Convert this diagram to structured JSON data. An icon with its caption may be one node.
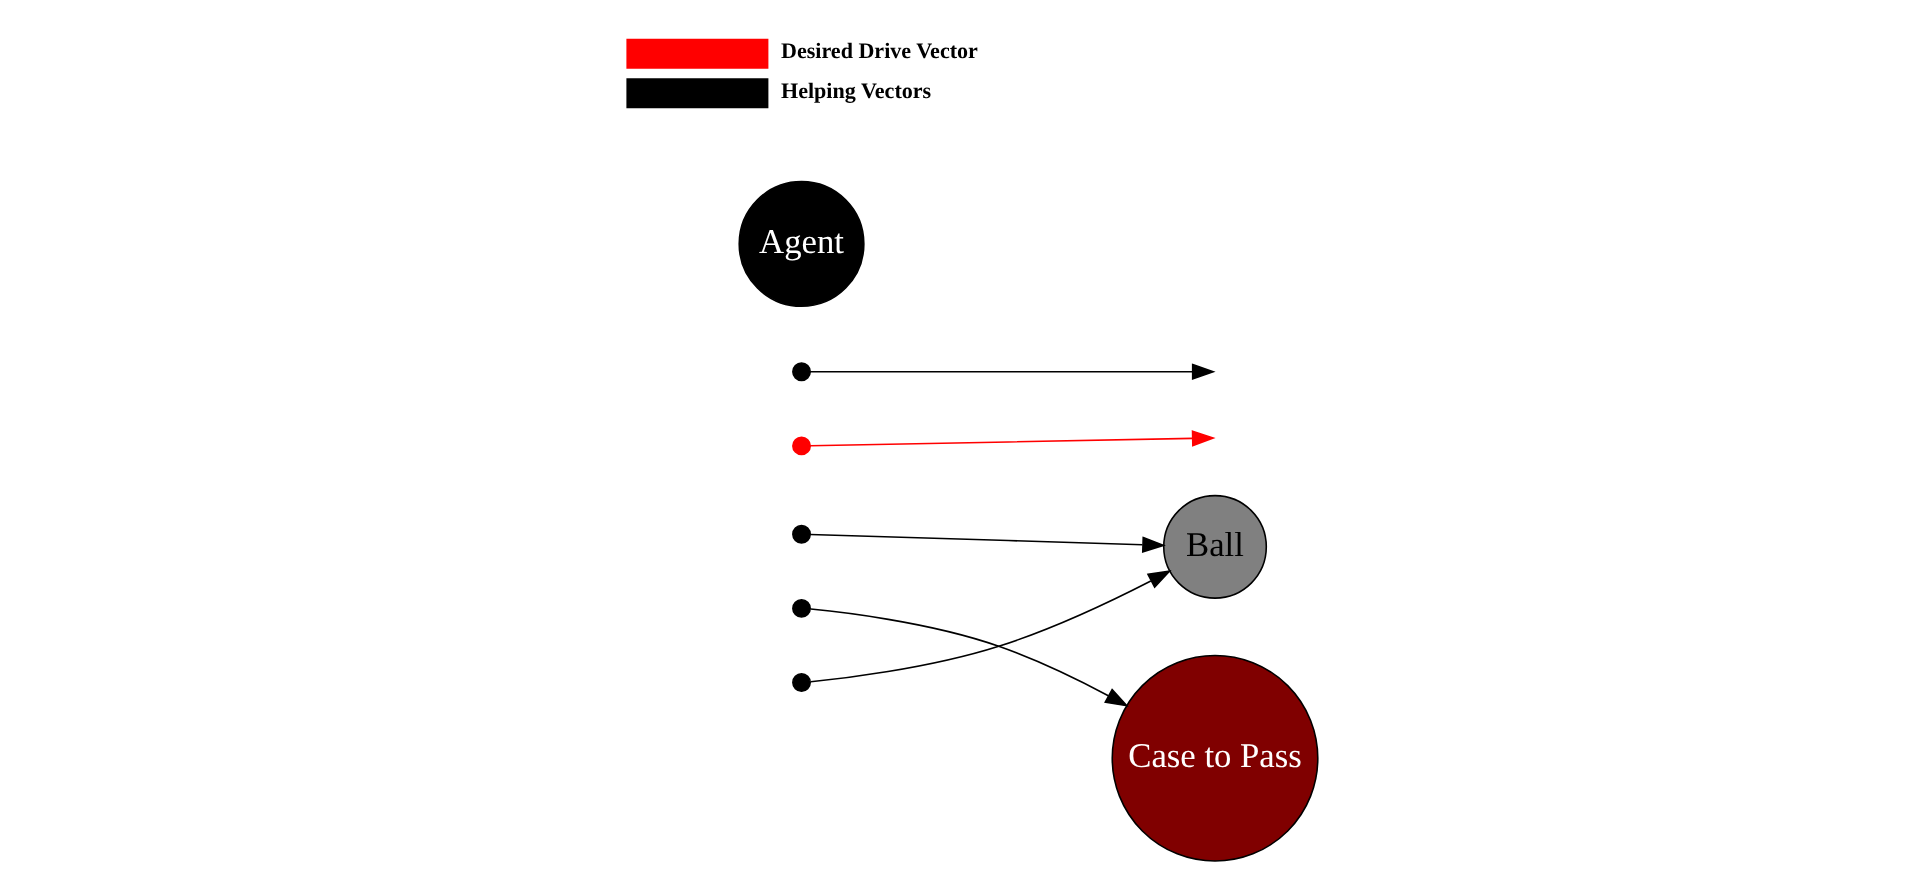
{
  "diagram": {
    "nodes": [
      {
        "text": [
          "Ball"
        ]
      },
      {
        "text": [],
        "shape": "circle"
      },
      {
        "text": [],
        "shape": "circle"
      },
      {
        "text": [],
        "shape": "circle"
      },
      {
        "text": [
          "Agent"
        ]
      },
      {
        "text": [],
        "shape": "circle"
      },
      {
        "text": [],
        "shape": "circle"
      },
      {
        "text": [
          "Case to Pass"
        ]
      }
    ],
    "edges": [
      {
        "from": 1,
        "to": null,
        "arrow": "to"
      },
      {
        "from": 2,
        "to": null,
        "arrow": "to",
        "color": "#ff0000"
      },
      {
        "from": 3,
        "to": 0,
        "arrow": "to"
      },
      {
        "from": 6,
        "to": 0,
        "arrow": "to"
      },
      {
        "from": 5,
        "to": 7,
        "arrow": "to"
      }
    ],
    "legend": [
      {
        "text": "Desired Drive Vector",
        "color": "#ff0000"
      },
      {
        "text": "Helping Vectors",
        "color": "#000000"
      }
    ]
  }
}
